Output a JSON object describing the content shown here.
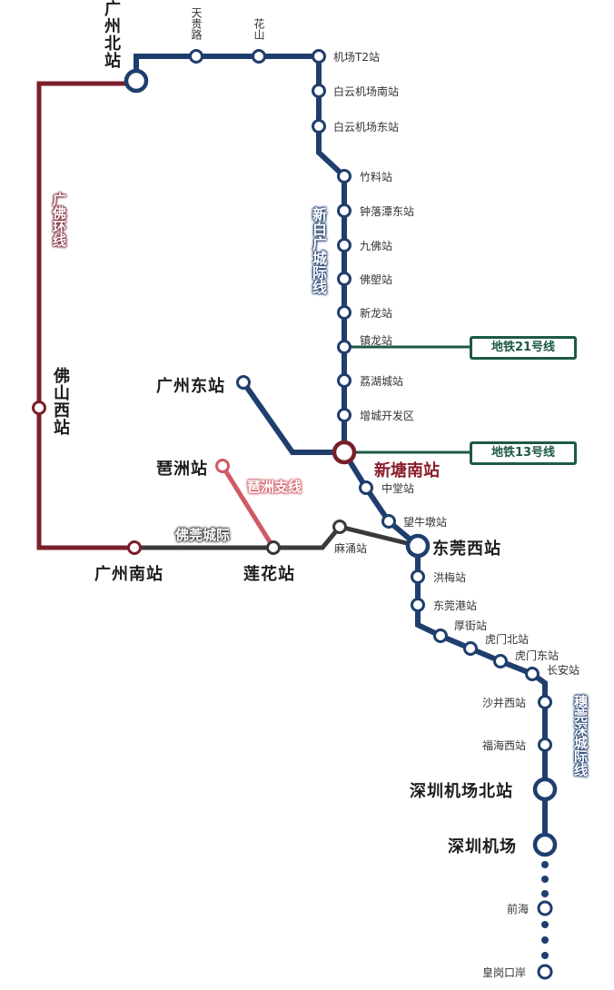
{
  "colors": {
    "xinbai_line": "#1f3e6e",
    "guangfo_loop": "#7a1f2a",
    "pazhou_branch": "#d05a64",
    "fowan_line": "#3a3a3a",
    "metro_link": "#1e5a43",
    "background": "#ffffff"
  },
  "lines": {
    "xinbai": "新白广城际线",
    "guangfo_loop": "广佛环线",
    "pazhou_branch": "琶洲支线",
    "fowan": "佛莞城际",
    "suiguanshen": "穗莞深城际线"
  },
  "metro_links": {
    "line21": "地铁21号线",
    "line13": "地铁13号线"
  },
  "stations": {
    "guangzhou_north": "广州北站",
    "tianguilu": "天贵路",
    "huashan": "花山",
    "airport_t2": "机场T2站",
    "baiyun_airport_south": "白云机场南站",
    "baiyun_airport_east": "白云机场东站",
    "zhuliao": "竹料站",
    "zhongluotan_east": "钟落潭东站",
    "jiufo": "九佛站",
    "folang": "佛塱站",
    "xinlong": "新龙站",
    "zhenlong": "镇龙站",
    "lihucheng": "荔湖城站",
    "zengcheng_dev": "增城开发区",
    "xintang_south": "新塘南站",
    "guangzhou_east": "广州东站",
    "pazhou": "琶洲站",
    "foshan_west": "佛山西站",
    "guangzhou_south": "广州南站",
    "lianhua": "莲花站",
    "machong": "麻涌站",
    "zhongtang": "中堂站",
    "wangniudun": "望牛墩站",
    "dongguan_west": "东莞西站",
    "hongmei": "洪梅站",
    "dongguan_port": "东莞港站",
    "houjie": "厚街站",
    "humen_north": "虎门北站",
    "humen_east": "虎门东站",
    "changan": "长安站",
    "shajing_west": "沙井西站",
    "fuhai_west": "福海西站",
    "shenzhen_airport_north": "深圳机场北站",
    "shenzhen_airport": "深圳机场",
    "qianhai": "前海",
    "huanggang_port": "皇岗口岸"
  }
}
